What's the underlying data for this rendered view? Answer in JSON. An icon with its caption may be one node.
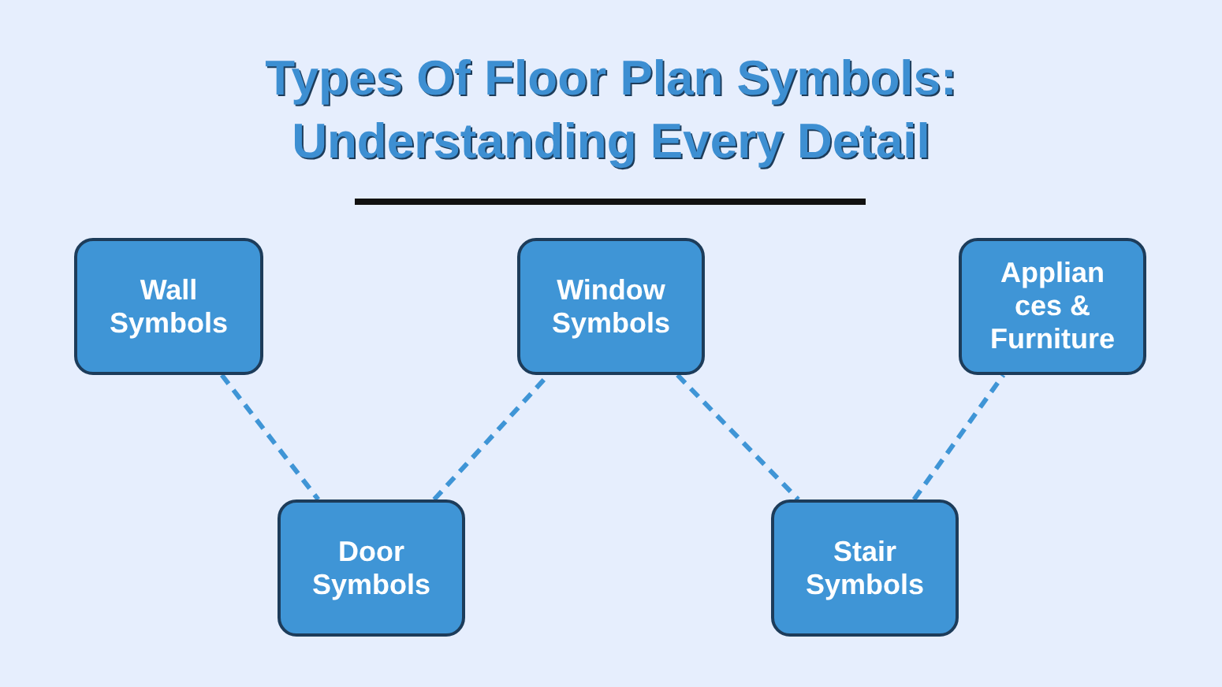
{
  "diagram": {
    "title": "Types Of Floor Plan Symbols: Understanding Every Detail",
    "nodes": [
      {
        "text": [
          "Wall Symbols"
        ]
      },
      {
        "text": [
          "Door Symbols"
        ]
      },
      {
        "text": [
          "Window Symbols"
        ]
      },
      {
        "text": [
          "Stair Symbols"
        ]
      },
      {
        "text": [
          "Applian ces & Furniture"
        ]
      }
    ],
    "edges": [
      {
        "from": 0,
        "to": 1,
        "arrow": "none",
        "style": "dashed"
      },
      {
        "from": 1,
        "to": 2,
        "arrow": "none",
        "style": "dashed"
      },
      {
        "from": 2,
        "to": 3,
        "arrow": "none",
        "style": "dashed"
      },
      {
        "from": 3,
        "to": 4,
        "arrow": "none",
        "style": "dashed"
      }
    ]
  }
}
